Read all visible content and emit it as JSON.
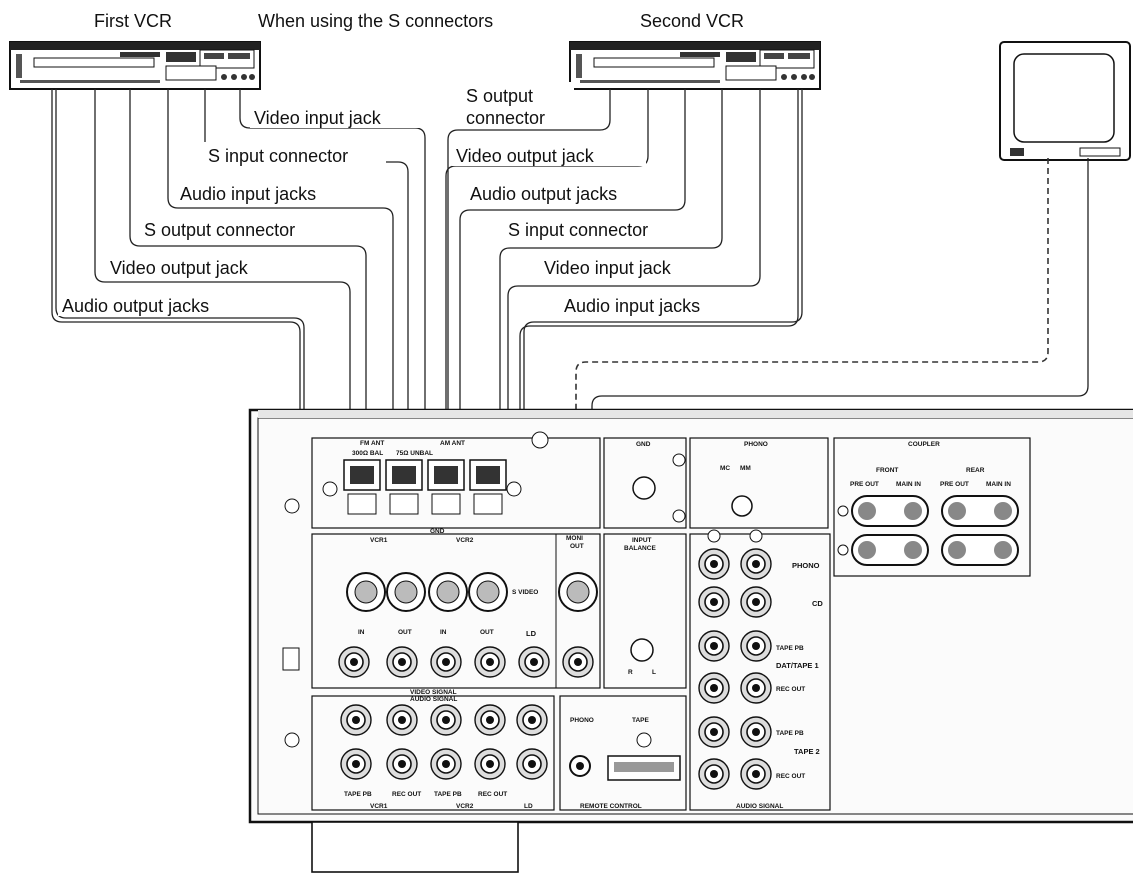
{
  "title": "When using the S connectors",
  "devices": {
    "first_vcr": "First VCR",
    "second_vcr": "Second VCR"
  },
  "first_vcr_labels": {
    "video_input_jack": "Video input jack",
    "s_input_connector": "S input connector",
    "audio_input_jacks": "Audio input jacks",
    "s_output_connector": "S output connector",
    "video_output_jack": "Video output jack",
    "audio_output_jacks": "Audio output jacks"
  },
  "second_vcr_labels": {
    "s_output_line1": "S output",
    "s_output_line2": "connector",
    "video_output_jack": "Video output jack",
    "audio_output_jacks": "Audio output jacks",
    "s_input_connector": "S input connector",
    "video_input_jack": "Video input jack",
    "audio_input_jacks": "Audio input jacks"
  },
  "panel": {
    "fm_ant": "FM ANT",
    "am_ant": "AM ANT",
    "ohm300": "300Ω BAL",
    "ohm75": "75Ω UNBAL",
    "gnd": "GND",
    "gnd_box": "GND",
    "phono_box": "PHONO",
    "mc": "MC",
    "mm": "MM",
    "coupler": "COUPLER",
    "front": "FRONT",
    "rear": "REAR",
    "pre_out": "PRE OUT",
    "main_in": "MAIN IN",
    "vcr1": "VCR1",
    "vcr2": "VCR2",
    "monitor_out_1": "MONI",
    "monitor_out_2": "OUT",
    "s_video": "S VIDEO",
    "in": "IN",
    "out": "OUT",
    "ld": "LD",
    "input_balance_1": "INPUT",
    "input_balance_2": "BALANCE",
    "r": "R",
    "l": "L",
    "phono_row": "PHONO",
    "cd_row": "CD",
    "tape_pb": "TAPE PB",
    "rec_out": "REC OUT",
    "dat_tape1": "DAT/TAPE 1",
    "tape2": "TAPE 2",
    "video_signal": "VIDEO SIGNAL",
    "audio_signal": "AUDIO SIGNAL",
    "audio_signal_right": "AUDIO SIGNAL",
    "remote_phono": "PHONO",
    "remote_tape": "TAPE",
    "remote_control": "REMOTE CONTROL",
    "bottom_vcr1": "VCR1",
    "bottom_vcr2": "VCR2",
    "bottom_ld": "LD"
  }
}
